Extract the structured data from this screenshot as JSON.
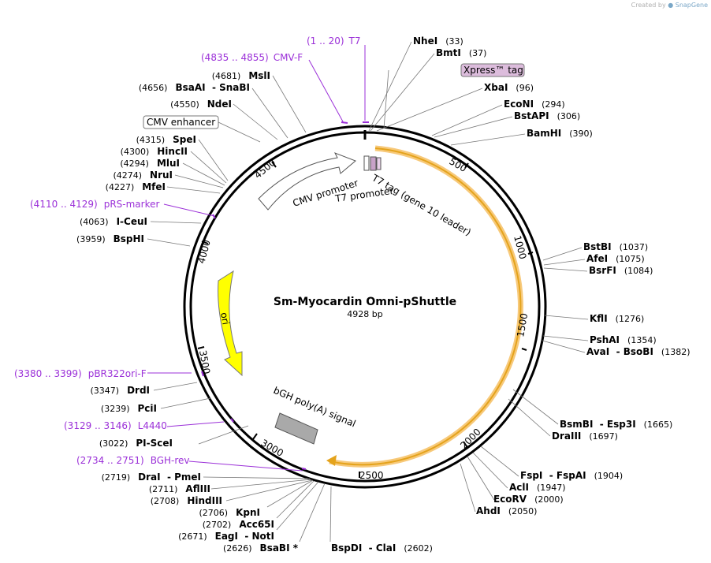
{
  "credit": {
    "prefix": "Created by",
    "brand": "SnapGene"
  },
  "map": {
    "title": "Sm-Myocardin Omni-pShuttle",
    "length": "4928 bp",
    "total_bp": 4928
  },
  "colors": {
    "primer": "#9b30d8",
    "orf": "#f5a623",
    "ori": "#ffff00",
    "polyA": "#a9a9a9",
    "tag": "#c8a2c8"
  },
  "ticks": [
    "500",
    "1000",
    "1500",
    "2000",
    "2500",
    "3000",
    "3500",
    "4000",
    "4500"
  ],
  "enzymes": [
    {
      "name": "NheI",
      "pos": "(33)"
    },
    {
      "name": "BmtI",
      "pos": "(37)"
    },
    {
      "name": "XbaI",
      "pos": "(96)"
    },
    {
      "name": "EcoNI",
      "pos": "(294)"
    },
    {
      "name": "BstAPI",
      "pos": "(306)"
    },
    {
      "name": "BamHI",
      "pos": "(390)"
    },
    {
      "name": "BstBI",
      "pos": "(1037)"
    },
    {
      "name": "AfeI",
      "pos": "(1075)"
    },
    {
      "name": "BsrFI",
      "pos": "(1084)"
    },
    {
      "name": "KflI",
      "pos": "(1276)"
    },
    {
      "name": "PshAI",
      "pos": "(1354)"
    },
    {
      "name": "AvaI  - BsoBI",
      "pos": "(1382)"
    },
    {
      "name": "BsmBI  - Esp3I",
      "pos": "(1665)"
    },
    {
      "name": "DraIII",
      "pos": "(1697)"
    },
    {
      "name": "FspI  - FspAI",
      "pos": "(1904)"
    },
    {
      "name": "AclI",
      "pos": "(1947)"
    },
    {
      "name": "EcoRV",
      "pos": "(2000)"
    },
    {
      "name": "AhdI",
      "pos": "(2050)"
    },
    {
      "name": "BspDI  - ClaI",
      "pos": "(2602)"
    },
    {
      "name": "BsaBI *",
      "pos": "(2626)"
    },
    {
      "name": "EagI  - NotI",
      "pos": "(2671)"
    },
    {
      "name": "Acc65I",
      "pos": "(2702)"
    },
    {
      "name": "KpnI",
      "pos": "(2706)"
    },
    {
      "name": "HindIII",
      "pos": "(2708)"
    },
    {
      "name": "AflIII",
      "pos": "(2711)"
    },
    {
      "name": "DraI  - PmeI",
      "pos": "(2719)"
    },
    {
      "name": "PI-SceI",
      "pos": "(3022)"
    },
    {
      "name": "PciI",
      "pos": "(3239)"
    },
    {
      "name": "DrdI",
      "pos": "(3347)"
    },
    {
      "name": "BspHI",
      "pos": "(3959)"
    },
    {
      "name": "I-CeuI",
      "pos": "(4063)"
    },
    {
      "name": "MfeI",
      "pos": "(4227)"
    },
    {
      "name": "NruI",
      "pos": "(4274)"
    },
    {
      "name": "MluI",
      "pos": "(4294)"
    },
    {
      "name": "HincII",
      "pos": "(4300)"
    },
    {
      "name": "SpeI",
      "pos": "(4315)"
    },
    {
      "name": "NdeI",
      "pos": "(4550)"
    },
    {
      "name": "BsaAI  - SnaBI",
      "pos": "(4656)"
    },
    {
      "name": "MslI",
      "pos": "(4681)"
    }
  ],
  "primers": [
    {
      "range": "(1 .. 20)",
      "name": "T7"
    },
    {
      "range": "(4835 .. 4855)",
      "name": "CMV-F"
    },
    {
      "range": "(4110 .. 4129)",
      "name": "pRS-marker"
    },
    {
      "range": "(3380 .. 3399)",
      "name": "pBR322ori-F"
    },
    {
      "range": "(3129 .. 3146)",
      "name": "L4440"
    },
    {
      "range": "(2734 .. 2751)",
      "name": "BGH-rev"
    }
  ],
  "features": {
    "xpress_tag": "Xpress™ tag",
    "cmv_enhancer": "CMV enhancer",
    "cmv_promoter": "CMV promoter",
    "t7_promoter": "T7 promoter",
    "t7_tag": "T7 tag (gene 10 leader)",
    "ori": "ori",
    "bgh": "bGH poly(A) signal"
  }
}
